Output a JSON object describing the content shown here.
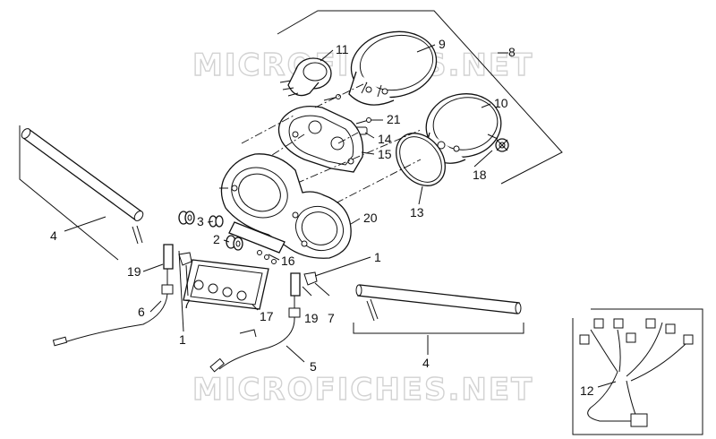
{
  "watermark": {
    "text": "MICROFICHES.NET"
  },
  "callouts": {
    "c1a": "1",
    "c1b": "1",
    "c2": "2",
    "c3": "3",
    "c4a": "4",
    "c4b": "4",
    "c5": "5",
    "c6": "6",
    "c7a": "7",
    "c7b": "7",
    "c8": "8",
    "c9": "9",
    "c10": "10",
    "c11": "11",
    "c12": "12",
    "c13": "13",
    "c14": "14",
    "c15": "15",
    "c16": "16",
    "c17": "17",
    "c18": "18",
    "c19a": "19",
    "c19b": "19",
    "c20": "20",
    "c21": "21"
  }
}
